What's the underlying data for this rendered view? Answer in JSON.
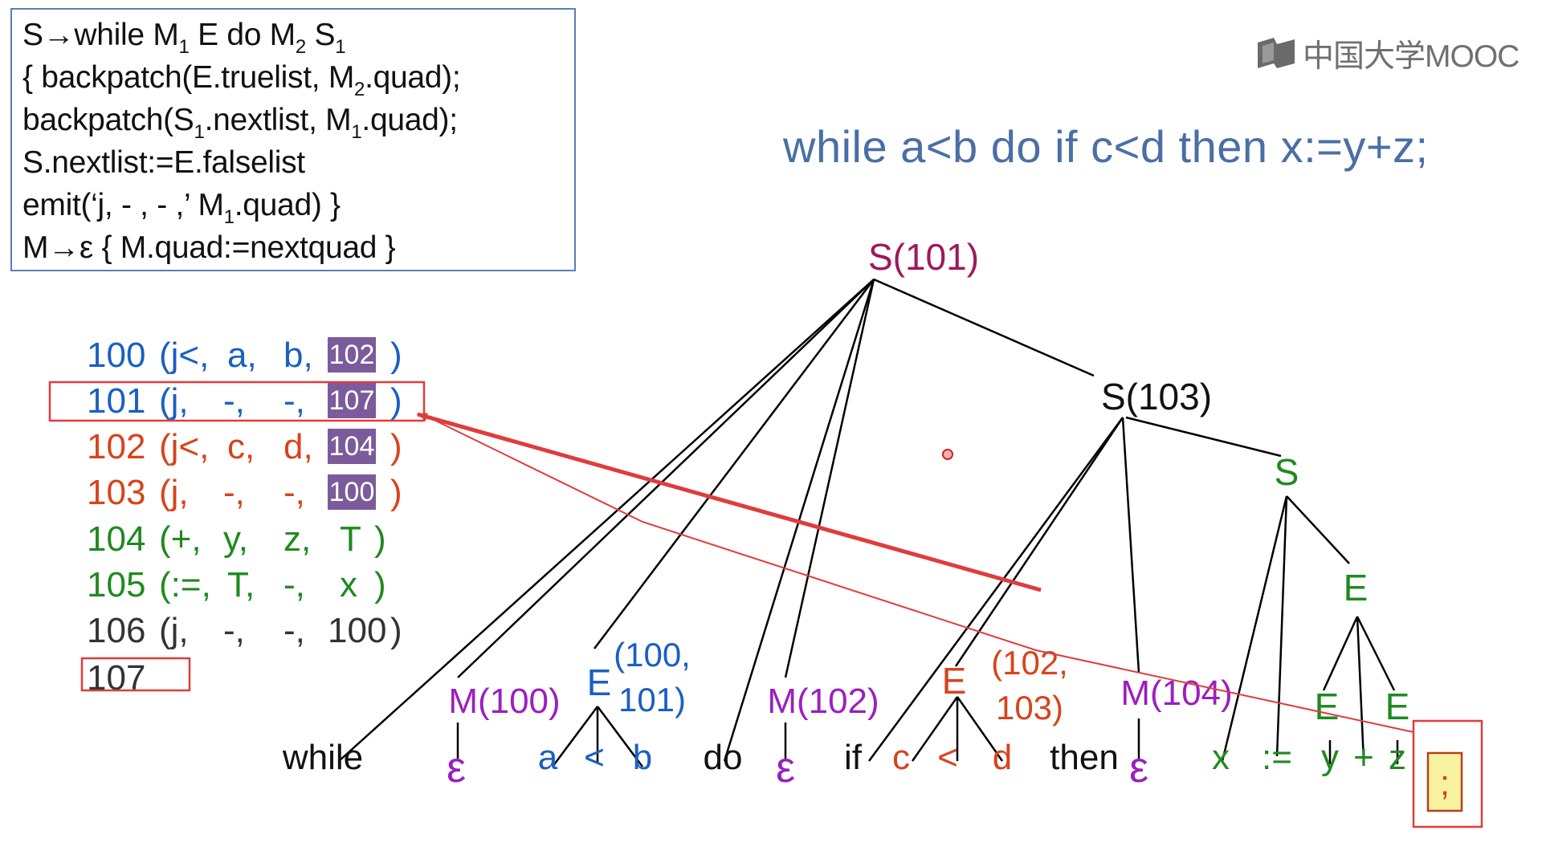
{
  "rules": {
    "lines": [
      {
        "t": "S→while M",
        "s1": "1",
        "t2": " E do M",
        "s2": "2",
        "t3": " S",
        "s3": "1",
        "t4": ""
      },
      {
        "t": " {  backpatch(E.truelist, M",
        "s1": "2",
        "t2": ".quad);",
        "s2": "",
        "t3": "",
        "s3": "",
        "t4": ""
      },
      {
        "t": "   backpatch(S",
        "s1": "1",
        "t2": ".nextlist,  M",
        "s2": "1",
        "t3": ".quad);",
        "s3": "",
        "t4": ""
      },
      {
        "t": "    S.nextlist:=E.falselist",
        "s1": "",
        "t2": "",
        "s2": "",
        "t3": "",
        "s3": "",
        "t4": ""
      },
      {
        "t": "    emit(‘j, - , - ,’ M",
        "s1": "1",
        "t2": ".quad) }",
        "s2": "",
        "t3": "",
        "s3": "",
        "t4": ""
      },
      {
        "t": "M→ε    { M.quad:=nextquad }",
        "s1": "",
        "t2": "",
        "s2": "",
        "t3": "",
        "s3": "",
        "t4": ""
      }
    ]
  },
  "logo": {
    "text": "中国大学MOOC"
  },
  "sentence": "while a<b do if c<d then x:=y+z;",
  "code": [
    {
      "num": "100",
      "op": "(j<,",
      "a1": "a,",
      "a2": "b,",
      "target": "102",
      "close": ")",
      "color": "#1a5fc4",
      "box": true
    },
    {
      "num": "101",
      "op": "(j,",
      "a1": "-,",
      "a2": "-,",
      "target": "107",
      "close": ")",
      "color": "#1a5fc4",
      "box": true
    },
    {
      "num": "102",
      "op": "(j<,",
      "a1": "c,",
      "a2": "d,",
      "target": "104",
      "close": ")",
      "color": "#d8431b",
      "box": true
    },
    {
      "num": "103",
      "op": "(j,",
      "a1": "-,",
      "a2": "-,",
      "target": "100",
      "close": ")",
      "color": "#d8431b",
      "box": true
    },
    {
      "num": "104",
      "op": "(+,",
      "a1": "y,",
      "a2": "z,",
      "target": "T",
      "close": ")",
      "color": "#1f8a1f",
      "box": false
    },
    {
      "num": "105",
      "op": "(:=,",
      "a1": "T,",
      "a2": "-,",
      "target": "x",
      "close": ")",
      "color": "#1f8a1f",
      "box": false
    },
    {
      "num": "106",
      "op": "(j,",
      "a1": "-,",
      "a2": "-,",
      "target": "100",
      "close": ")",
      "color": "#333333",
      "box": false
    },
    {
      "num": "107",
      "op": "",
      "a1": "",
      "a2": "",
      "target": "",
      "close": "",
      "color": "#333333",
      "box": false
    }
  ],
  "tree": {
    "labels": {
      "s101": "S(101)",
      "s103": "S(103)",
      "s_inner": "S",
      "e_assign": "E",
      "e_y": "E",
      "e_z": "E",
      "m100": "M(100)",
      "e1": "E",
      "e1_attr1": "(100,",
      "e1_attr2": "101)",
      "m102": "M(102)",
      "e2": "E",
      "e2_attr1": "(102,",
      "e2_attr2": "103)",
      "m104": "M(104)"
    },
    "leaves": [
      "while",
      "ε",
      "a",
      "<",
      "b",
      "do",
      "ε",
      "if",
      "c",
      "<",
      "d",
      "then",
      "ε",
      "x",
      ":=",
      "y",
      "+",
      "z",
      ";"
    ]
  },
  "colors": {
    "root": "#a0185a",
    "m": "#9b1fbf",
    "e_outer": "#1a5fc4",
    "e_inner": "#d8431b",
    "assign": "#1f8a1f",
    "black": "#111111",
    "arrow": "#e03c3c",
    "purple_box": "#7b5b9b"
  }
}
